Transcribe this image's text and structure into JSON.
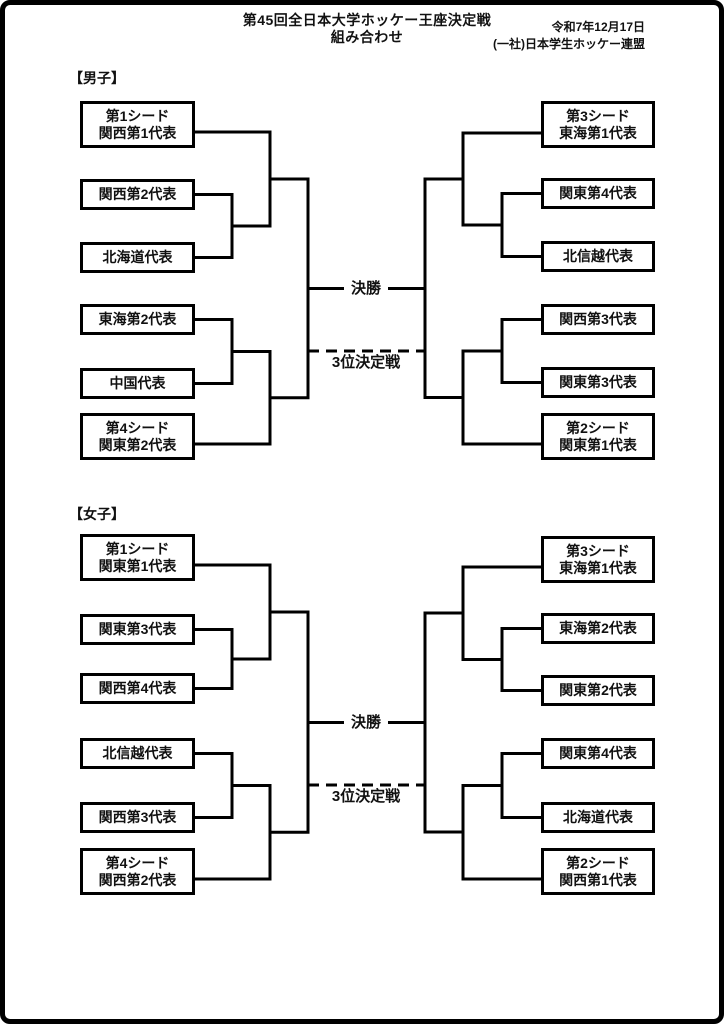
{
  "page": {
    "title_line1": "第45回全日本大学ホッケー王座決定戦",
    "title_line2": "組み合わせ",
    "date": "令和7年12月17日",
    "organization": "(一社)日本学生ホッケー連盟"
  },
  "colors": {
    "line": "#000000",
    "background": "#ffffff",
    "text": "#111111"
  },
  "men": {
    "section_label": "【男子】",
    "final_label": "決勝",
    "third_place_label": "3位決定戦",
    "left": [
      "第1シード\n関西第1代表",
      "関西第2代表",
      "北海道代表",
      "東海第2代表",
      "中国代表",
      "第4シード\n関東第2代表"
    ],
    "right": [
      "第3シード\n東海第1代表",
      "関東第4代表",
      "北信越代表",
      "関西第3代表",
      "関東第3代表",
      "第2シード\n関東第1代表"
    ]
  },
  "women": {
    "section_label": "【女子】",
    "final_label": "決勝",
    "third_place_label": "3位決定戦",
    "left": [
      "第1シード\n関東第1代表",
      "関東第3代表",
      "関西第4代表",
      "北信越代表",
      "関西第3代表",
      "第4シード\n関西第2代表"
    ],
    "right": [
      "第3シード\n東海第1代表",
      "東海第2代表",
      "関東第2代表",
      "関東第4代表",
      "北海道代表",
      "第2シード\n関西第1代表"
    ]
  }
}
